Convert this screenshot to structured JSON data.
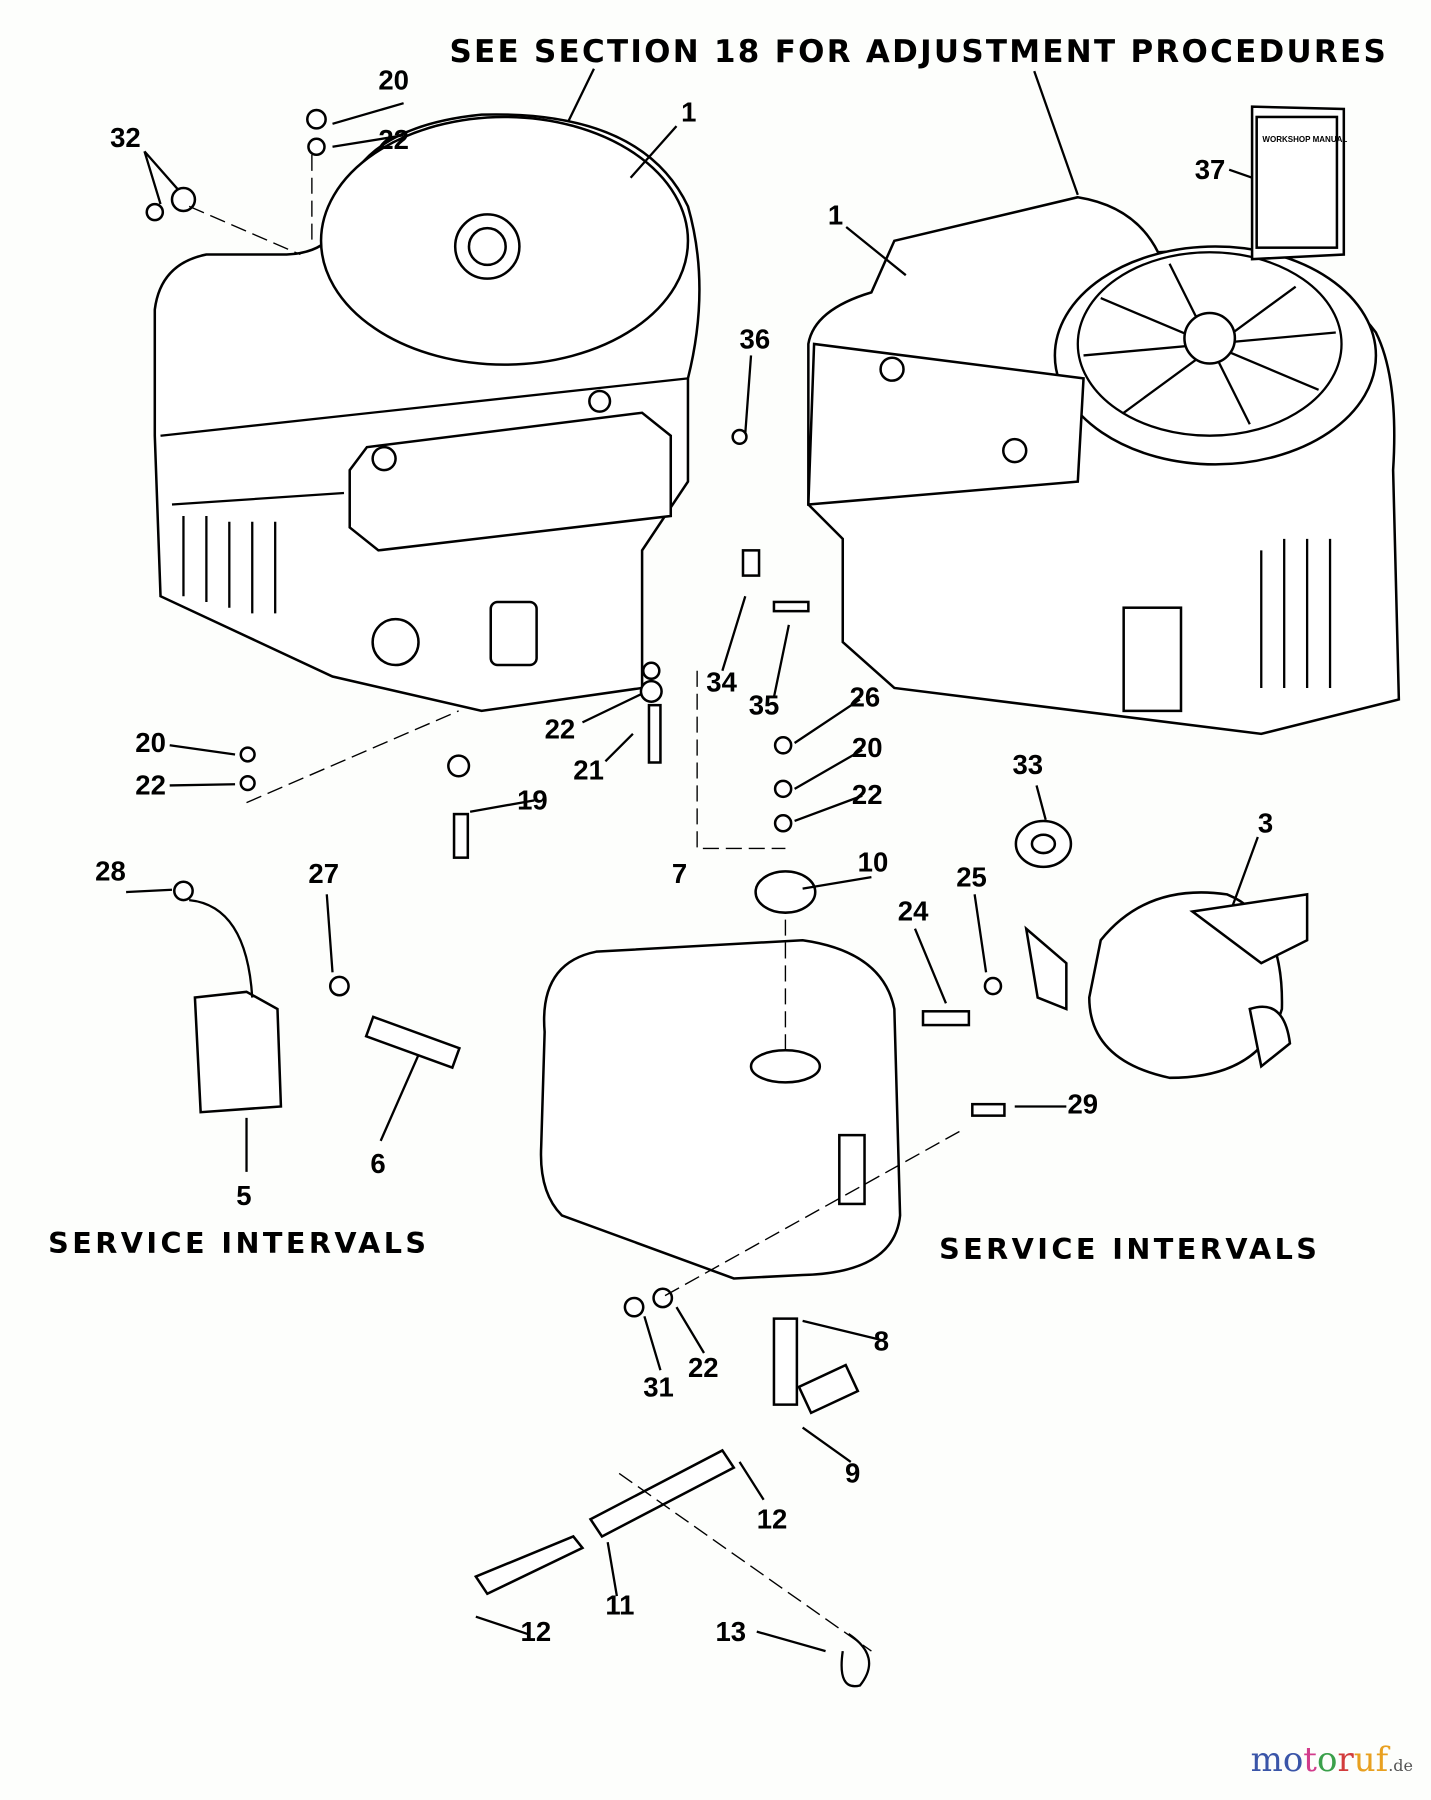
{
  "header": "SEE SECTION 18 FOR ADJUSTMENT PROCEDURES",
  "service_intervals_left": "SERVICE INTERVALS",
  "service_intervals_right": "SERVICE INTERVALS",
  "manual_title": "WORKSHOP MANUAL",
  "watermark": "motoruf.de",
  "callouts": [
    "32",
    "20",
    "22",
    "1",
    "36",
    "37",
    "1",
    "34",
    "35",
    "26",
    "20",
    "22",
    "20",
    "22",
    "22",
    "21",
    "19",
    "33",
    "3",
    "10",
    "7",
    "25",
    "24",
    "28",
    "27",
    "29",
    "5",
    "6",
    "8",
    "31",
    "22",
    "9",
    "12",
    "11",
    "12",
    "13"
  ]
}
